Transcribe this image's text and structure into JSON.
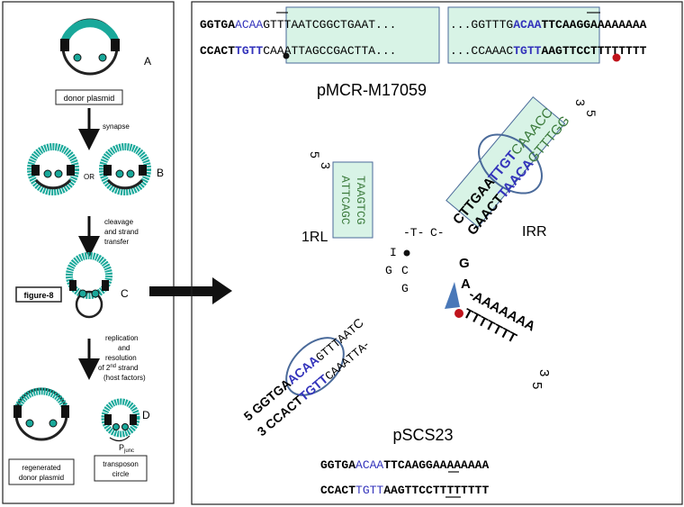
{
  "left_panel": {
    "stage_a": "A",
    "stage_b": "B",
    "stage_c": "C",
    "stage_d": "D",
    "donor_plasmid": "donor plasmid",
    "synapse": "synapse",
    "or": "OR",
    "cleavage": "cleavage",
    "and_strand": "and strand",
    "transfer": "transfer",
    "figure8": "figure-8",
    "replication": "replication",
    "and": "and",
    "resolution": "resolution",
    "of_2nd_prefix": "of 2",
    "of_2nd_sup": "nd",
    "of_2nd_suffix": " strand",
    "host_factors": "(host factors)",
    "regenerated_1": "regenerated",
    "regenerated_2": "donor plasmid",
    "transposon_1": "transposon",
    "transposon_2": "circle",
    "pjunc_p": "P",
    "pjunc_sub": "junc"
  },
  "right_panel": {
    "top_left_seq": {
      "top": [
        "GGTGA",
        "ACAA",
        "GTTTAATCG",
        "GCTGAAT..."
      ],
      "bottom": [
        "CCACT",
        "TGTT",
        "CAAATTAGC",
        "CGACTTA..."
      ]
    },
    "top_right_seq": {
      "top": [
        "...GGTTTG",
        "ACAA",
        "TTCAAG",
        "GAAAAAAAA"
      ],
      "bottom": [
        "...CCAAAC",
        "TGTT",
        "AAGTTC",
        "CTTTTTTTT"
      ]
    },
    "pmcr_label": "pMCR-M17059",
    "arm_1rl_label": "1RL",
    "arm_irr_label": "IRR",
    "arm_1rl_top": "ATTCAGC",
    "arm_1rl_bottom": "TAAGTCG",
    "arm_1rl_5": "5",
    "arm_1rl_3": "3",
    "arm_irr_top": [
      "CTTGAA",
      "TTGT",
      "CAAACC"
    ],
    "arm_irr_bottom": [
      "GAACT",
      "TAACA",
      "GTTTGG"
    ],
    "arm_irr_3": "3",
    "arm_irr_5": "5",
    "junction_t1": "-T-",
    "junction_c": "C-",
    "center_g1": "G",
    "center_c1": "C",
    "center_l": "I",
    "center_g2": "G",
    "right_g": "G",
    "right_a": "A",
    "right_top": "-AAAAAAA",
    "right_bottom": "TTTTTTT",
    "right_3": "3",
    "right_5": "5",
    "lower_left_top": [
      "5",
      "GGTGA",
      "ACAA",
      "GTTTAAT",
      "C"
    ],
    "lower_left_bottom": [
      "3",
      "CCACT",
      "TGTT",
      "CAAATTA",
      "-"
    ],
    "pscs_label": "pSCS23",
    "pscs_top": [
      "GGTGA",
      "ACAA",
      "TTCAAG",
      "GAAAAAAAA"
    ],
    "pscs_bottom": [
      "CCACT",
      "TGTT",
      "AAGTTC",
      "CTTTTTTTT"
    ]
  },
  "colors": {
    "teal": "#19a89a",
    "blue": "#3333bb",
    "green_box": "#d8f3e6",
    "oval": "#4a6a9a",
    "red_dot": "#c0141c",
    "triangle": "#4a78b8"
  }
}
